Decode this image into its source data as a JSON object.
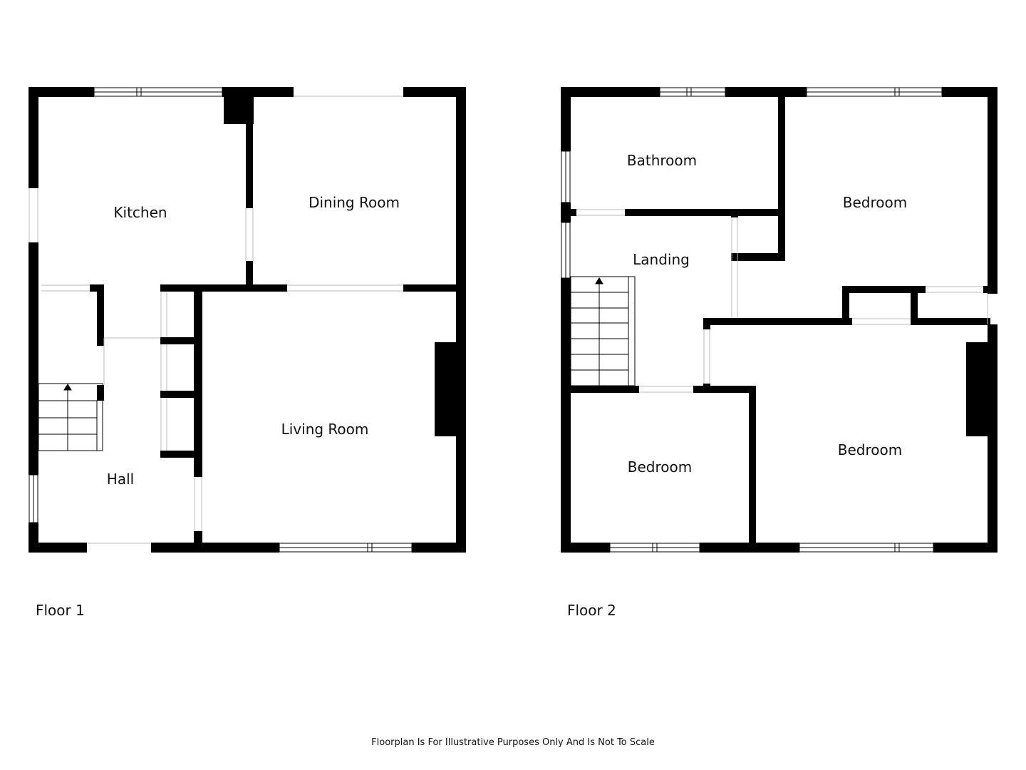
{
  "floors": [
    {
      "label": "Floor 1",
      "rooms": [
        "Kitchen",
        "Dining Room",
        "Living Room",
        "Hall"
      ]
    },
    {
      "label": "Floor 2",
      "rooms": [
        "Bathroom",
        "Bedroom",
        "Landing",
        "Bedroom",
        "Bedroom"
      ]
    }
  ],
  "disclaimer": "Floorplan Is For Illustrative Purposes Only And Is Not To Scale",
  "colors": {
    "wall": "#000000",
    "background": "#ffffff"
  }
}
